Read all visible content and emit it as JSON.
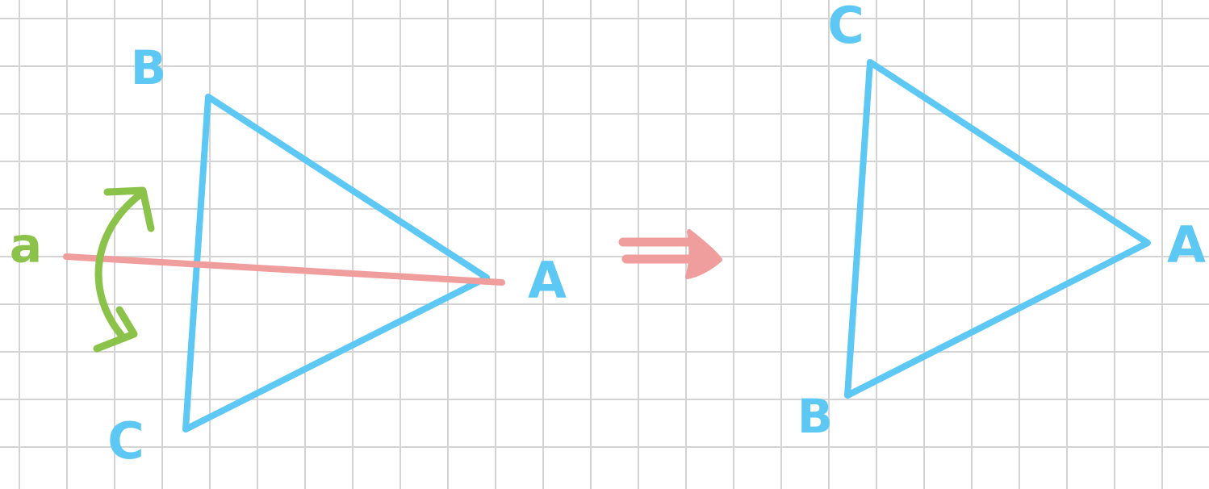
{
  "colors": {
    "triangle": "#5ec8f5",
    "axis": "#f09d9d",
    "rotation_arrow": "#8bc34a",
    "implies_arrow": "#f09d9d",
    "grid": "#d4d4d4"
  },
  "left_figure": {
    "axis_label": "a",
    "vertex_labels": {
      "A": "A",
      "B": "B",
      "C": "C"
    }
  },
  "right_figure": {
    "vertex_labels": {
      "A": "A",
      "B": "B",
      "C": "C"
    }
  },
  "icons": {
    "rotation": "curved-double-arrow-icon",
    "implies": "double-arrow-right-icon"
  }
}
